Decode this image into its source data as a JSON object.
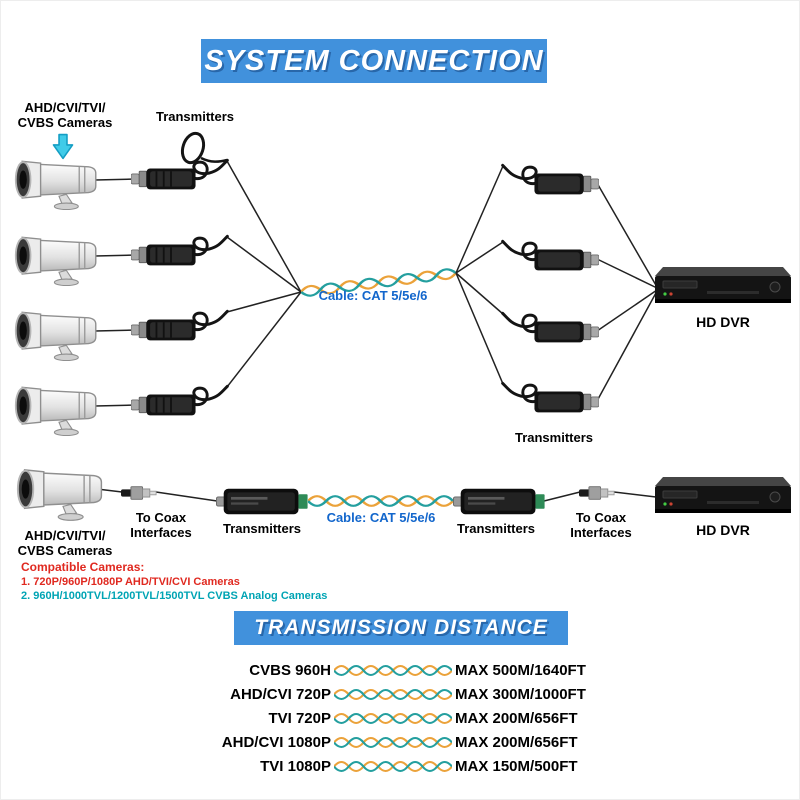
{
  "title": "SYSTEM CONNECTION",
  "top": {
    "cameras_label_line1": "AHD/CVI/TVI/",
    "cameras_label_line2": "CVBS Cameras",
    "transmitters_top_label": "Transmitters",
    "cable_label": "Cable: CAT 5/5e/6",
    "transmitters_right_label": "Transmitters",
    "dvr_label": "HD DVR"
  },
  "single": {
    "cameras_label_line1": "AHD/CVI/TVI/",
    "cameras_label_line2": "CVBS Cameras",
    "coax_left_line1": "To Coax",
    "coax_left_line2": "Interfaces",
    "transmitter_left_label": "Transmitters",
    "cable_label": "Cable: CAT 5/5e/6",
    "transmitter_right_label": "Transmitters",
    "coax_right_line1": "To Coax",
    "coax_right_line2": "Interfaces",
    "dvr_label": "HD DVR"
  },
  "compatible": {
    "heading": "Compatible Cameras:",
    "item1": "1. 720P/960P/1080P AHD/TVI/CVI Cameras",
    "item2": "2. 960H/1000TVL/1200TVL/1500TVL CVBS Analog Cameras"
  },
  "transmission": {
    "heading": "TRANSMISSION DISTANCE",
    "rows": [
      {
        "format": "CVBS 960H",
        "distance": "MAX 500M/1640FT"
      },
      {
        "format": "AHD/CVI 720P",
        "distance": "MAX 300M/1000FT"
      },
      {
        "format": "TVI 720P",
        "distance": "MAX 200M/656FT"
      },
      {
        "format": "AHD/CVI 1080P",
        "distance": "MAX 200M/656FT"
      },
      {
        "format": "TVI 1080P",
        "distance": "MAX 150M/500FT"
      }
    ]
  },
  "colors": {
    "banner_blue": "#4191dc",
    "cable_text_blue": "#1266cc",
    "warning_red": "#e02920",
    "note_teal": "#00a4b4",
    "wire_orange": "#eba23a",
    "wire_teal": "#249f9f",
    "arrow_cyan": "#40cbe8"
  }
}
